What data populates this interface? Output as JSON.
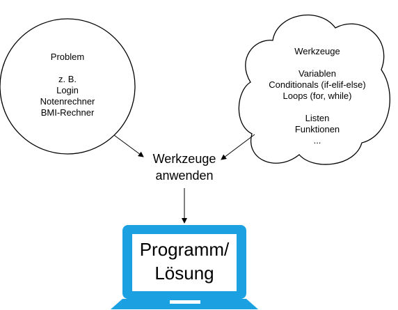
{
  "problem": {
    "title": "Problem",
    "example_label": "z. B.",
    "items": [
      "Login",
      "Notenrechner",
      "BMI-Rechner"
    ]
  },
  "tools": {
    "title": "Werkzeuge",
    "items": [
      "Variablen",
      "Conditionals (if-elif-else)",
      "Loops (for, while)"
    ],
    "items2": [
      "Listen",
      "Funktionen",
      "..."
    ]
  },
  "center": {
    "line1": "Werkzeuge",
    "line2": "anwenden"
  },
  "laptop": {
    "line1": "Programm/",
    "line2": "Lösung",
    "color": "#1BA1E2"
  }
}
